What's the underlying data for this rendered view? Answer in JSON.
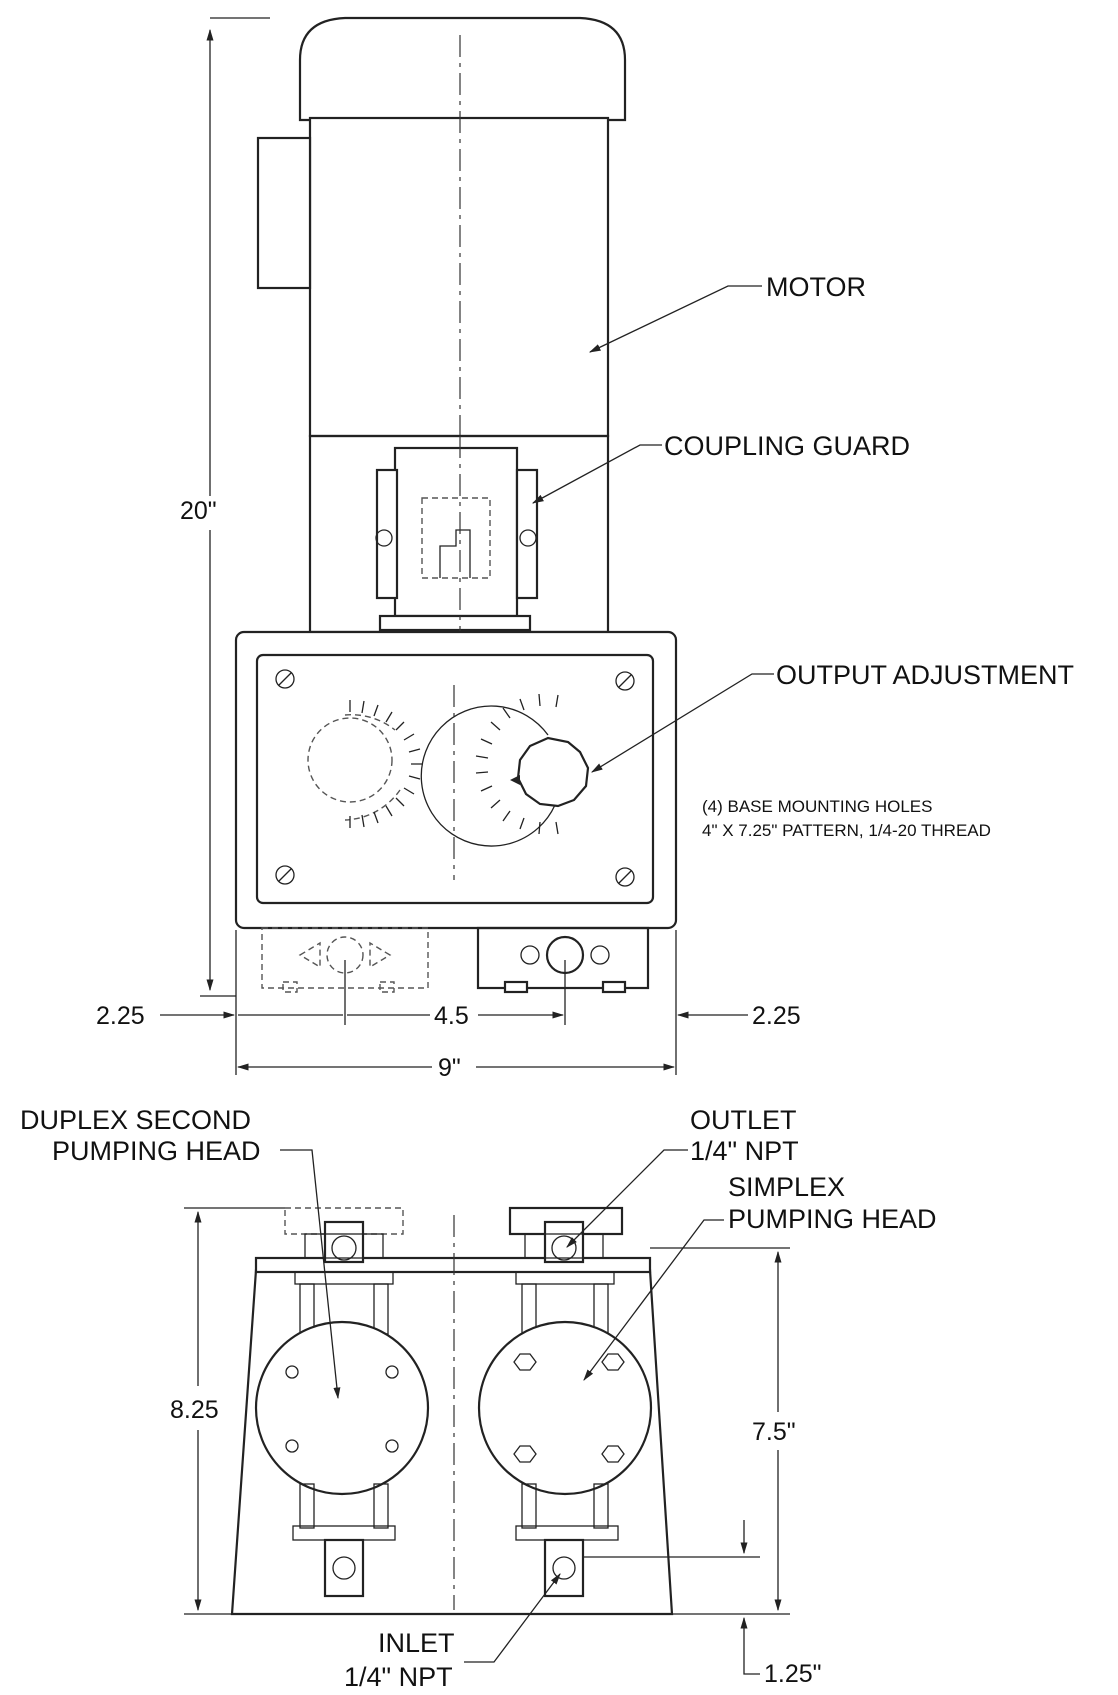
{
  "labels": {
    "motor": "MOTOR",
    "coupling_guard": "COUPLING GUARD",
    "output_adjustment": "OUTPUT ADJUSTMENT",
    "mounting_note_line1": "(4) BASE MOUNTING HOLES",
    "mounting_note_line2": "4\" X 7.25\" PATTERN, 1/4-20 THREAD",
    "duplex_line1": "DUPLEX SECOND",
    "duplex_line2": "PUMPING HEAD",
    "outlet_line1": "OUTLET",
    "outlet_line2": "1/4\" NPT",
    "simplex_line1": "SIMPLEX",
    "simplex_line2": "PUMPING HEAD",
    "inlet_line1": "INLET",
    "inlet_line2": "1/4\" NPT"
  },
  "dimensions": {
    "overall_height": "20\"",
    "left_offset": "2.25",
    "center_spacing": "4.5",
    "right_offset": "2.25",
    "overall_width": "9\"",
    "base_height": "8.25",
    "head_height": "7.5\"",
    "inlet_height": "1.25\""
  }
}
